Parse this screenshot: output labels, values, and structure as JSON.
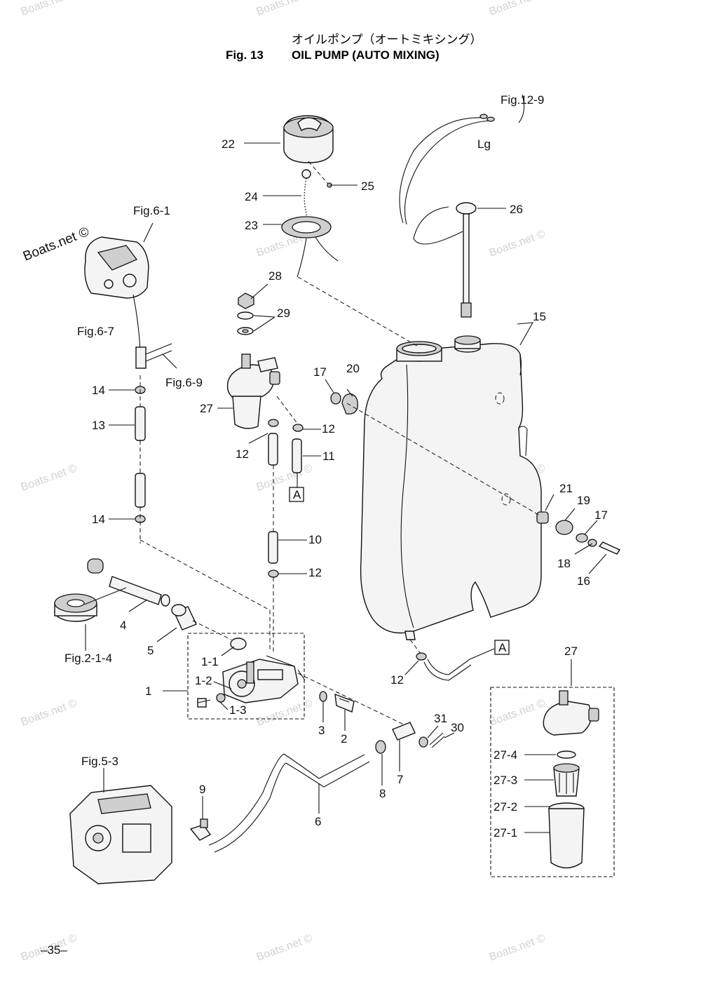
{
  "header": {
    "title_jp": "オイルポンプ（オートミキシング）",
    "fig_number": "Fig. 13",
    "title_en": "OIL PUMP (AUTO MIXING)"
  },
  "references": {
    "fig_12_9": "Fig.12-9",
    "fig_6_1": "Fig.6-1",
    "fig_6_7": "Fig.6-7",
    "fig_6_9": "Fig.6-9",
    "fig_2_1_4": "Fig.2-1-4",
    "fig_5_3": "Fig.5-3",
    "lg": "Lg",
    "connector_a": "A"
  },
  "callouts": {
    "p1": "1",
    "p1_1": "1-1",
    "p1_2": "1-2",
    "p1_3": "1-3",
    "p2": "2",
    "p3": "3",
    "p4": "4",
    "p5": "5",
    "p6": "6",
    "p7": "7",
    "p8": "8",
    "p9": "9",
    "p10": "10",
    "p11": "11",
    "p12": "12",
    "p13": "13",
    "p14": "14",
    "p15": "15",
    "p16": "16",
    "p17": "17",
    "p18": "18",
    "p19": "19",
    "p20": "20",
    "p21": "21",
    "p22": "22",
    "p23": "23",
    "p24": "24",
    "p25": "25",
    "p26": "26",
    "p27": "27",
    "p27_1": "27-1",
    "p27_2": "27-2",
    "p27_3": "27-3",
    "p27_4": "27-4",
    "p28": "28",
    "p29": "29",
    "p30": "30",
    "p31": "31"
  },
  "watermark": "Boats.net ©",
  "footer": {
    "page_number": "–35–"
  }
}
